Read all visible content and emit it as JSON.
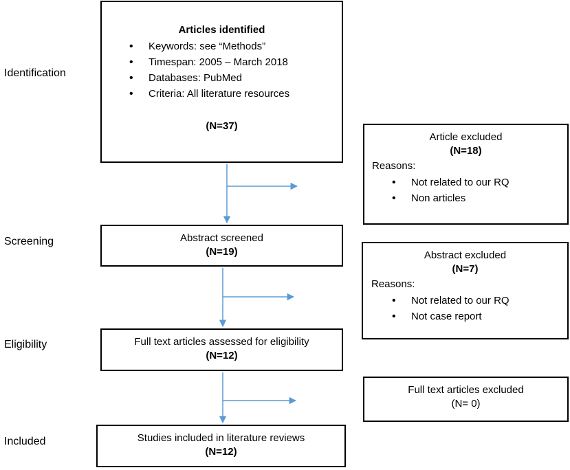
{
  "stages": {
    "identification": "Identification",
    "screening": "Screening",
    "eligibility": "Eligibility",
    "included": "Included"
  },
  "identified": {
    "title": "Articles identified",
    "bullets": [
      "Keywords: see “Methods”",
      "Timespan: 2005 – March 2018",
      "Databases: PubMed",
      "Criteria: All literature resources"
    ],
    "count": "(N=37)"
  },
  "screened": {
    "title": "Abstract screened",
    "count": "(N=19)"
  },
  "eligible": {
    "title": "Full text articles assessed for eligibility",
    "count": "(N=12)"
  },
  "included": {
    "title": "Studies included in literature reviews",
    "count": "(N=12)"
  },
  "excluded_articles": {
    "title": "Article excluded",
    "count": "(N=18)",
    "reasons_label": "Reasons:",
    "reasons": [
      "Not related to our RQ",
      "Non articles"
    ]
  },
  "excluded_abstracts": {
    "title": "Abstract excluded",
    "count": "(N=7)",
    "reasons_label": "Reasons:",
    "reasons": [
      "Not related to our RQ",
      "Not case report"
    ]
  },
  "excluded_fulltext": {
    "title": "Full text articles excluded",
    "count": "(N= 0)"
  },
  "colors": {
    "arrow": "#5b9bd5",
    "border": "#000000"
  }
}
